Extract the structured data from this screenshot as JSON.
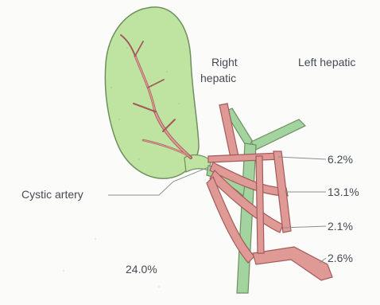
{
  "labels": {
    "right_hepatic_line1": "Right",
    "right_hepatic_line2": "hepatic",
    "left_hepatic": "Left hepatic",
    "cystic_artery": "Cystic artery",
    "pct_1": "6.2%",
    "pct_2": "13.1%",
    "pct_3": "2.1%",
    "pct_4": "2.6%",
    "pct_main": "24.0%"
  },
  "colors": {
    "gallbladder": "#bfe3a0",
    "bile_duct": "#a3d4a0",
    "artery": "#e09a96",
    "artery_outline": "#a35a5a",
    "text": "#454b52",
    "leader_line": "#8a8f94"
  }
}
